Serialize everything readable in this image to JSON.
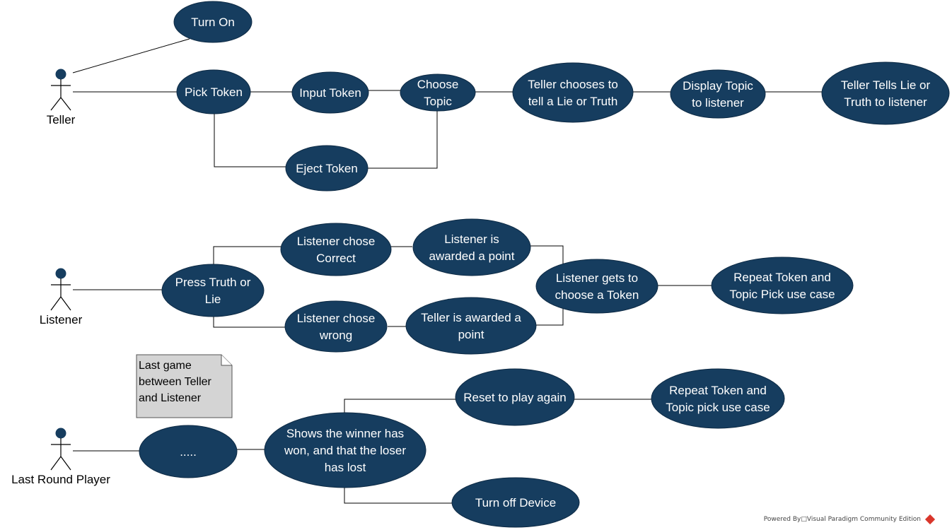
{
  "actors": [
    {
      "id": "teller",
      "label": "Teller"
    },
    {
      "id": "listener",
      "label": "Listener"
    },
    {
      "id": "last_round",
      "label": "Last Round Player"
    }
  ],
  "use_cases": {
    "turn_on": [
      "Turn On"
    ],
    "pick_token": [
      "Pick Token"
    ],
    "input_token": [
      "Input Token"
    ],
    "choose_topic": [
      "Choose",
      "Topic"
    ],
    "teller_chooses": [
      "Teller chooses to",
      "tell a Lie or Truth"
    ],
    "display_topic": [
      "Display Topic",
      "to listener"
    ],
    "teller_tells": [
      "Teller Tells Lie or",
      "Truth to listener"
    ],
    "eject_token": [
      "Eject Token"
    ],
    "press_truth": [
      "Press Truth or",
      "Lie"
    ],
    "listener_correct": [
      "Listener chose",
      "Correct"
    ],
    "listener_awarded": [
      "Listener is",
      "awarded a point"
    ],
    "listener_gets": [
      "Listener gets to",
      "choose a Token"
    ],
    "repeat_token_1": [
      "Repeat Token and",
      "Topic Pick use case"
    ],
    "listener_wrong": [
      "Listener chose",
      "wrong"
    ],
    "teller_awarded": [
      "Teller is awarded a",
      "point"
    ],
    "dots": [
      "....."
    ],
    "shows_winner": [
      "Shows the winner has",
      "won, and that the loser",
      "has lost"
    ],
    "reset": [
      "Reset to play again"
    ],
    "repeat_token_2": [
      "Repeat Token and",
      "Topic pick use case"
    ],
    "turn_off": [
      "Turn off Device"
    ]
  },
  "note": {
    "lines": [
      "Last game",
      "between Teller",
      "and Listener"
    ]
  },
  "footer": {
    "text": "Powered By□Visual Paradigm Community Edition"
  },
  "colors": {
    "use_case_fill": "#163d5f",
    "use_case_text": "#ffffff",
    "note_fill": "#d4d4d4",
    "logo": "#d9362b"
  }
}
